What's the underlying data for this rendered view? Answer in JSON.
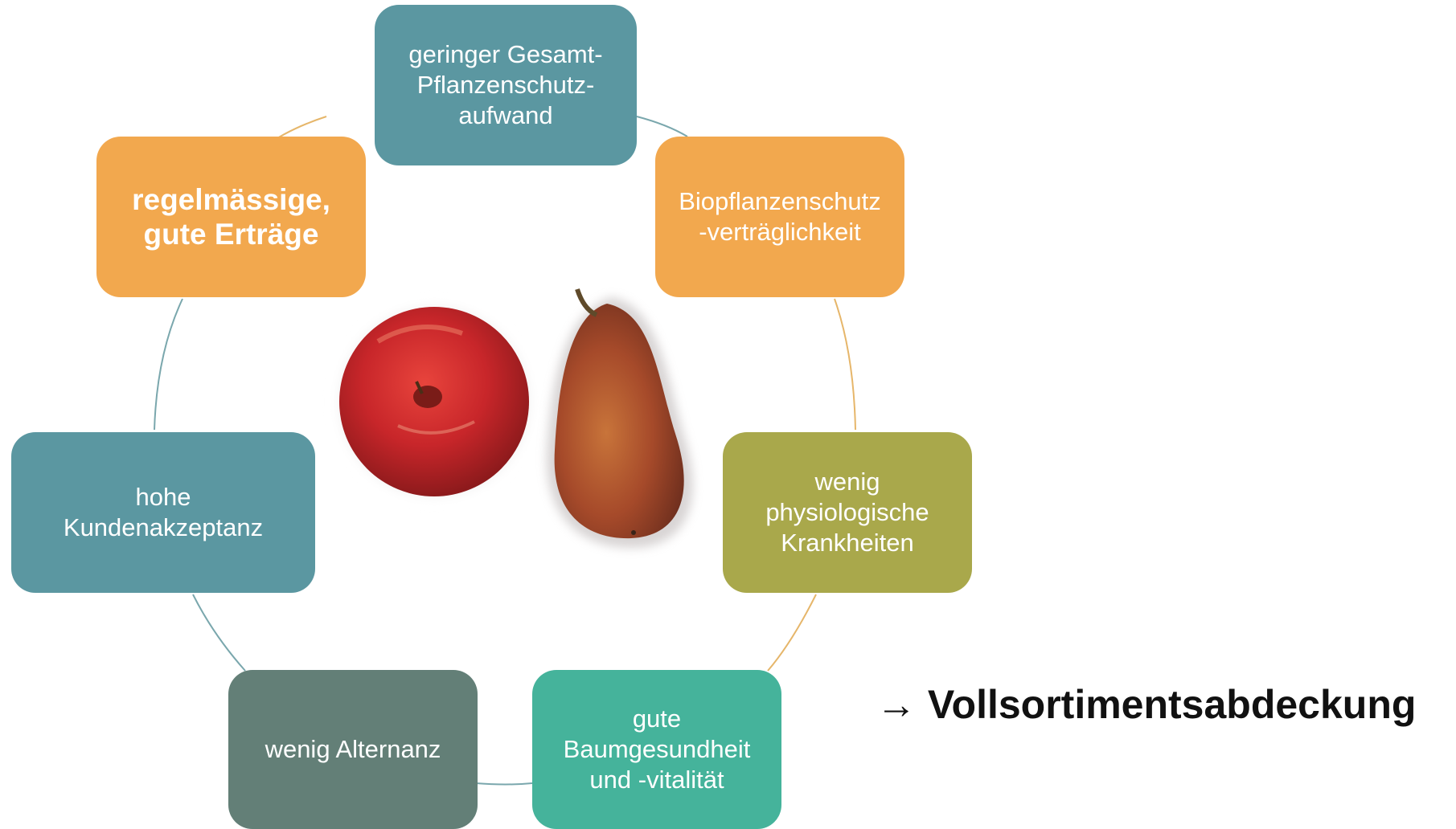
{
  "colors": {
    "teal": "#5b97a1",
    "orange": "#f2a84e",
    "olive": "#a9a84b",
    "green_teal": "#45b39b",
    "slate": "#637f77",
    "ring_teal": "#7aa7ad",
    "ring_orange": "#e6b66a"
  },
  "boxes": [
    {
      "id": "top",
      "text": "geringer Gesamt-\nPflanzenschutz-\naufwand",
      "color": "teal"
    },
    {
      "id": "upper-right",
      "text": "Biopflanzenschutz\n-verträglichkeit",
      "color": "orange"
    },
    {
      "id": "right",
      "text": "wenig\nphysiologische\nKrankheiten",
      "color": "olive"
    },
    {
      "id": "lower-right",
      "text": "gute\nBaumgesundheit\nund -vitalität",
      "color": "green_teal"
    },
    {
      "id": "lower-left",
      "text": "wenig Alternanz",
      "color": "slate"
    },
    {
      "id": "left",
      "text": "hohe\nKundenakzeptanz",
      "color": "teal"
    },
    {
      "id": "upper-left",
      "text": "regelmässige,\ngute Erträge",
      "color": "orange"
    }
  ],
  "images": {
    "apple": "apple-image",
    "pear": "pear-image"
  },
  "conclusion": {
    "arrow_icon": "right-arrow-icon",
    "text": "→ Vollsortimentsabdeckung"
  }
}
